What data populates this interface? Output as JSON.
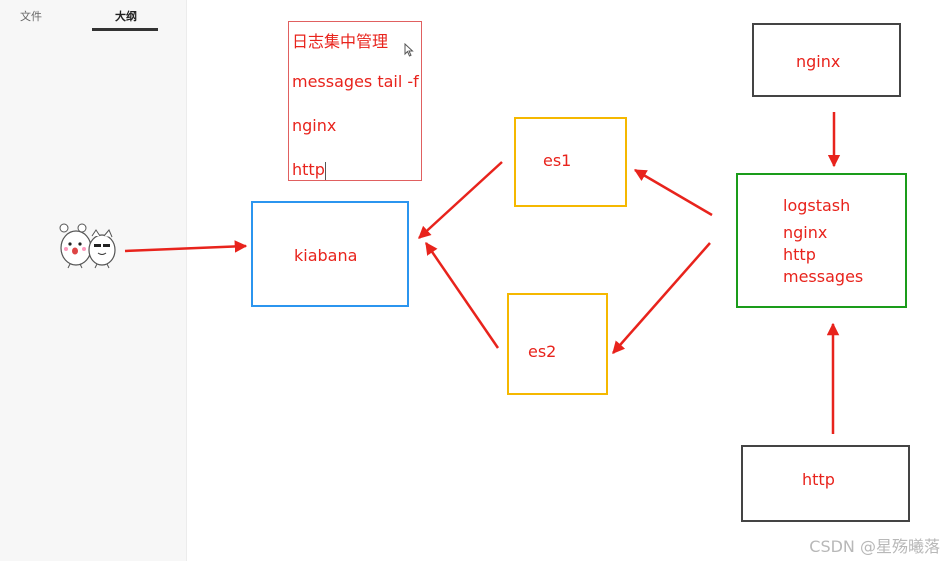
{
  "sidebar": {
    "tabs": [
      {
        "label": "文件"
      },
      {
        "label": "大纲"
      }
    ],
    "active_tab": "大纲"
  },
  "diagram": {
    "note_lines": [
      "日志集中管理",
      "messages tail -f",
      "nginx",
      "http"
    ],
    "nodes": {
      "kiabana": {
        "label": "kiabana",
        "color": "#2b95ef"
      },
      "es1": {
        "label": "es1",
        "color": "#f5b800"
      },
      "es2": {
        "label": "es2",
        "color": "#f5b800"
      },
      "logstash": {
        "lines": [
          "logstash",
          "nginx",
          "http",
          "messages"
        ],
        "color": "#1a9c1a"
      },
      "nginx": {
        "label": "nginx",
        "color": "#444444"
      },
      "http": {
        "label": "http",
        "color": "#444444"
      }
    },
    "arrow_color": "#e8231c",
    "text_color": "#e8231c"
  },
  "watermark": "CSDN @星殇曦落"
}
